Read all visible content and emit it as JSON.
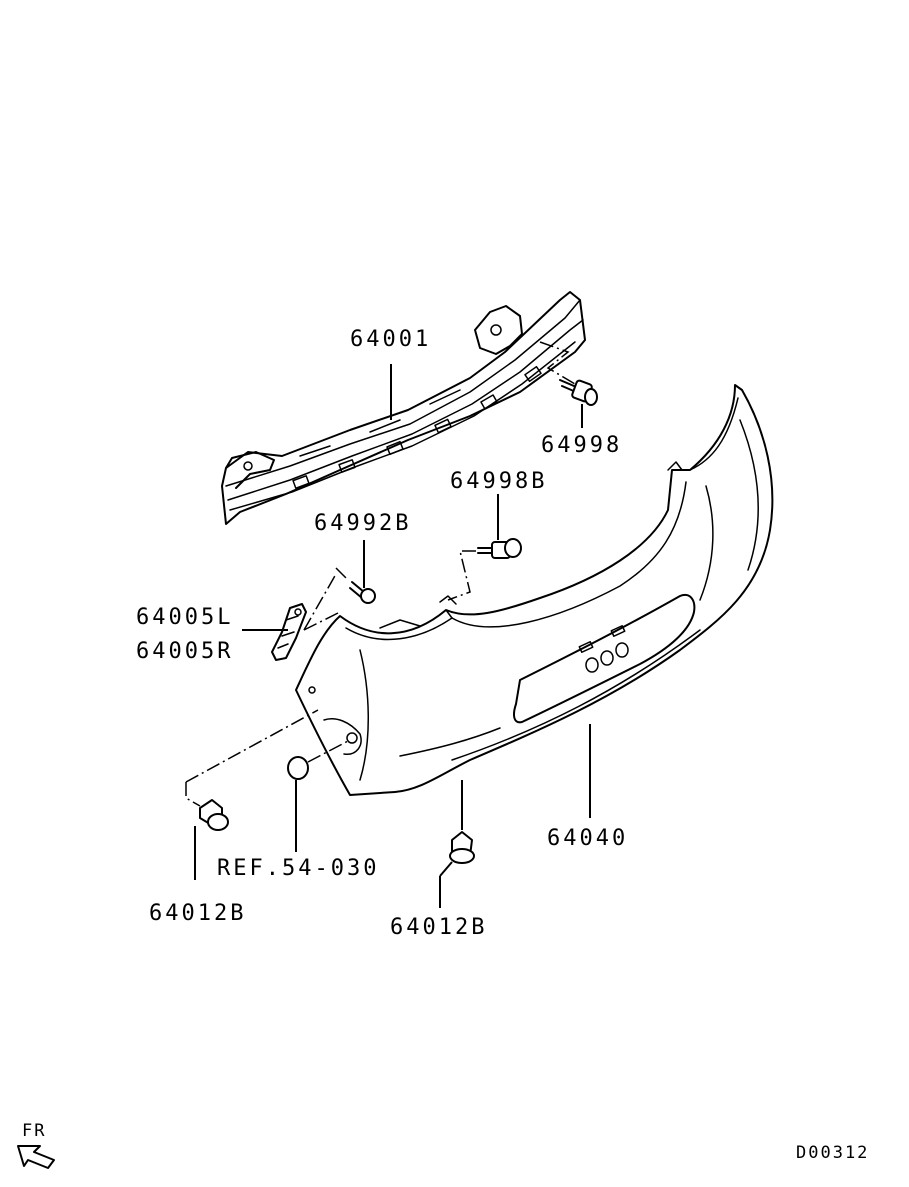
{
  "diagram": {
    "labels": {
      "reinforcement": "64001",
      "bolt_upper": "64998",
      "bolt_center": "64998B",
      "screw": "64992B",
      "bracket_left": "64005L",
      "bracket_right": "64005R",
      "bumper_face": "64040",
      "reference": "REF.54-030",
      "clip_left": "64012B",
      "clip_center": "64012B"
    },
    "direction_marker": "FR",
    "drawing_number": "D00312"
  }
}
